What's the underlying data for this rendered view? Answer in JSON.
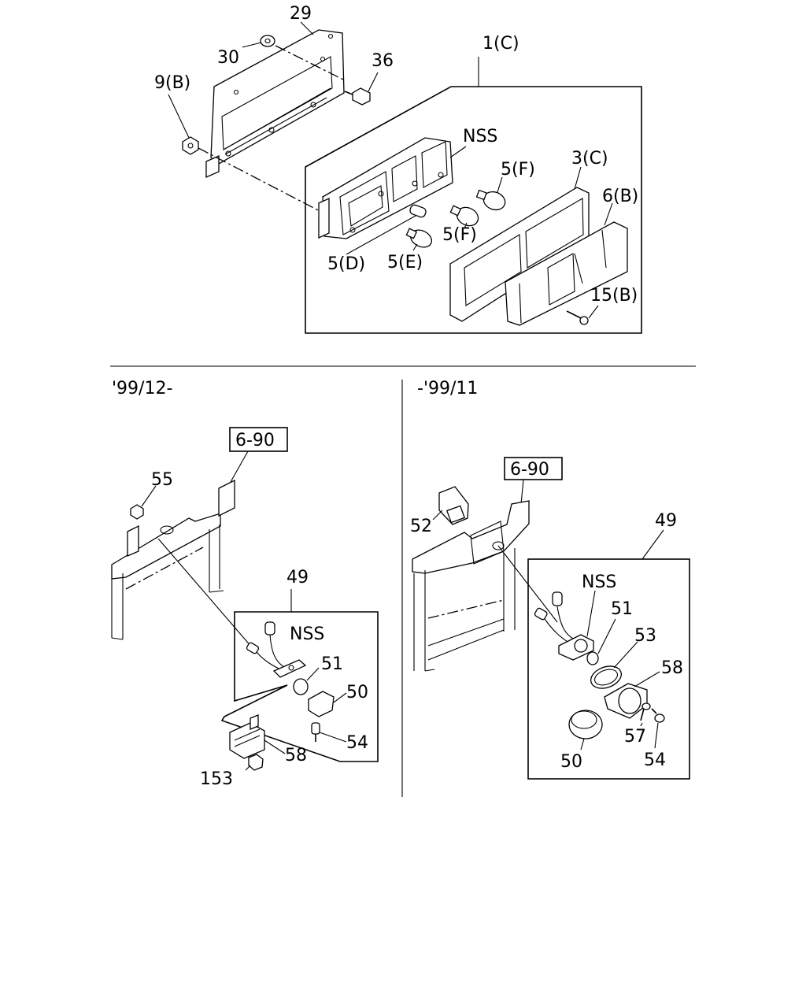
{
  "top_section": {
    "labels": {
      "p29": "29",
      "p30": "30",
      "p36": "36",
      "p9b": "9(B)",
      "p1c": "1(C)",
      "nss": "NSS",
      "p5f_a": "5(F)",
      "p3c": "3(C)",
      "p6b": "6(B)",
      "p5f_b": "5(F)",
      "p5d": "5(D)",
      "p5e": "5(E)",
      "p15b": "15(B)"
    }
  },
  "left_section": {
    "date_range": "'99/12-",
    "ref_box": "6-90",
    "labels": {
      "p55": "55",
      "p49": "49",
      "nss": "NSS",
      "p51": "51",
      "p50": "50",
      "p54": "54",
      "p58": "58",
      "p153": "153"
    }
  },
  "right_section": {
    "date_range": "-'99/11",
    "ref_box": "6-90",
    "labels": {
      "p52": "52",
      "p49": "49",
      "nss": "NSS",
      "p51": "51",
      "p53": "53",
      "p58": "58",
      "p57": "57",
      "p50": "50",
      "p54": "54"
    }
  }
}
